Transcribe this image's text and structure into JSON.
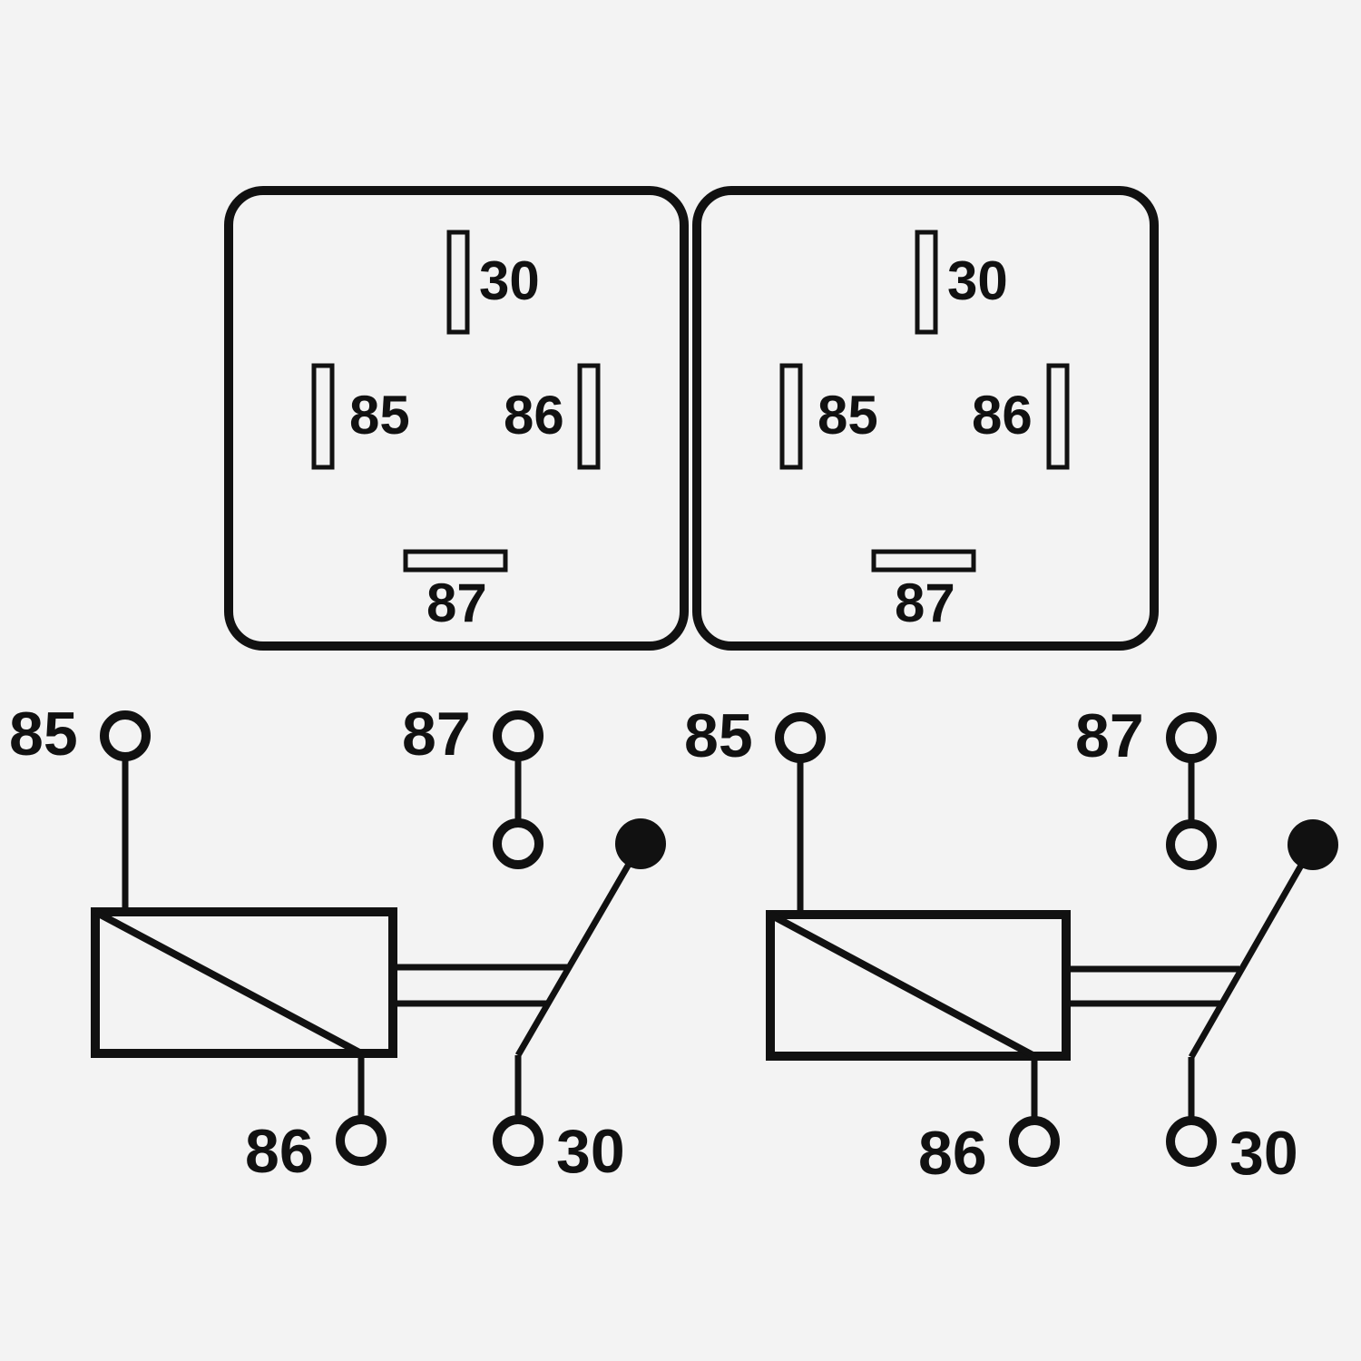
{
  "diagram": {
    "colors": {
      "background": "#f3f3f3",
      "ink": "#111111",
      "pin_fill": "#f3f3f3"
    },
    "relays": [
      {
        "pinout": {
          "pin_30": "30",
          "pin_85": "85",
          "pin_86": "86",
          "pin_87": "87"
        },
        "schematic": {
          "terminal_85": "85",
          "terminal_86": "86",
          "terminal_87": "87",
          "terminal_30": "30"
        }
      },
      {
        "pinout": {
          "pin_30": "30",
          "pin_85": "85",
          "pin_86": "86",
          "pin_87": "87"
        },
        "schematic": {
          "terminal_85": "85",
          "terminal_86": "86",
          "terminal_87": "87",
          "terminal_30": "30"
        }
      }
    ]
  }
}
